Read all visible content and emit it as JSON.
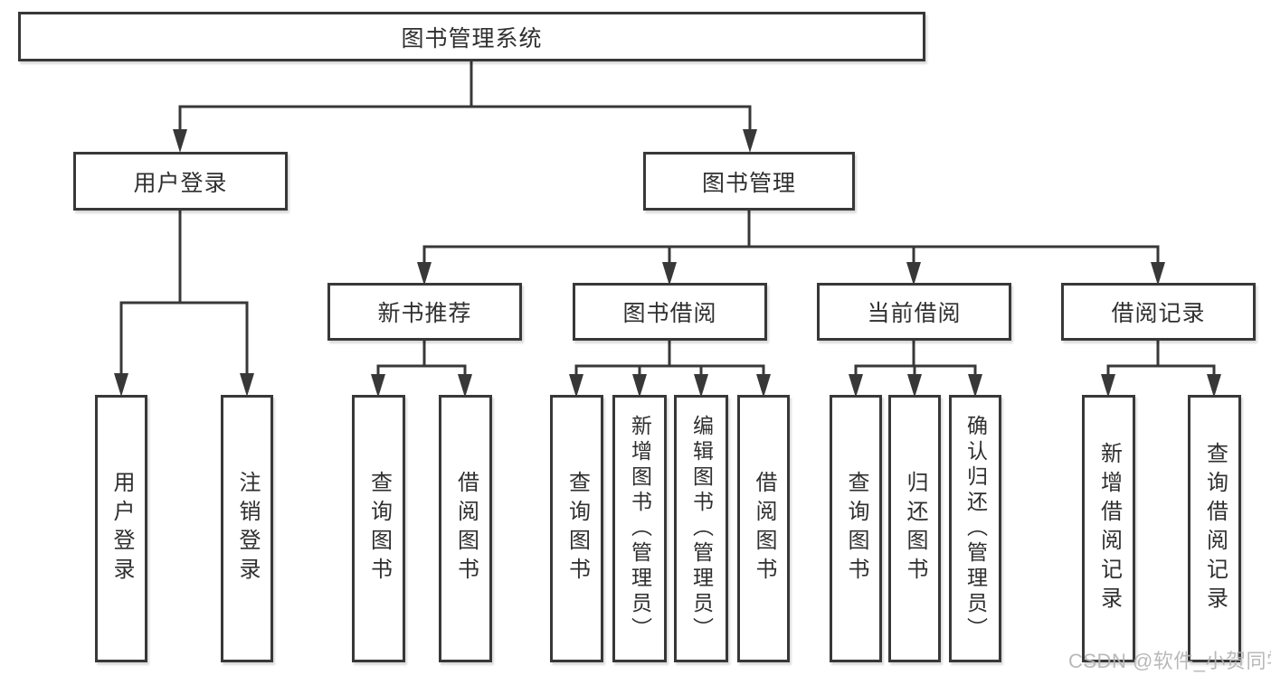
{
  "tree": {
    "label": "图书管理系统",
    "children": [
      {
        "label": "用户登录",
        "children": [
          {
            "label": "用户登录"
          },
          {
            "label": "注销登录"
          }
        ]
      },
      {
        "label": "图书管理",
        "children": [
          {
            "label": "新书推荐",
            "children": [
              {
                "label": "查询图书"
              },
              {
                "label": "借阅图书"
              }
            ]
          },
          {
            "label": "图书借阅",
            "children": [
              {
                "label": "查询图书"
              },
              {
                "label": "新增图书（管理员）"
              },
              {
                "label": "编辑图书（管理员）"
              },
              {
                "label": "借阅图书"
              }
            ]
          },
          {
            "label": "当前借阅",
            "children": [
              {
                "label": "查询图书"
              },
              {
                "label": "归还图书"
              },
              {
                "label": "确认归还（管理员）"
              }
            ]
          },
          {
            "label": "借阅记录",
            "children": [
              {
                "label": "新增借阅记录"
              },
              {
                "label": "查询借阅记录"
              }
            ]
          }
        ]
      }
    ]
  },
  "watermark": {
    "text": "CSDN @软件_小贺同学"
  },
  "colors": {
    "line": "#383838",
    "text": "#2f2f2f",
    "background": "#ffffff",
    "watermark": "#b4b4b4"
  }
}
